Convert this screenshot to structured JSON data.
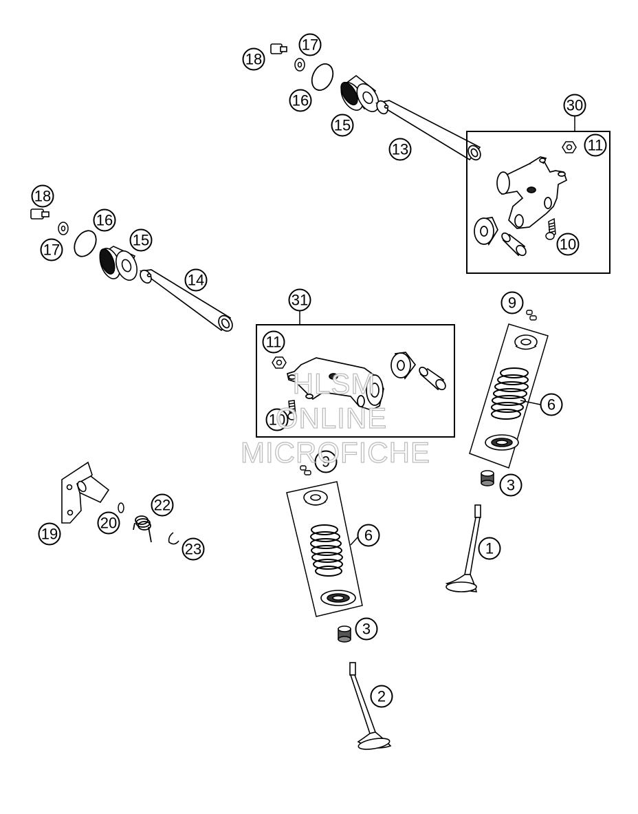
{
  "callouts": [
    {
      "id": "c1",
      "label": "1"
    },
    {
      "id": "c2",
      "label": "2"
    },
    {
      "id": "c3a",
      "label": "3"
    },
    {
      "id": "c3b",
      "label": "3"
    },
    {
      "id": "c6a",
      "label": "6"
    },
    {
      "id": "c6b",
      "label": "6"
    },
    {
      "id": "c9a",
      "label": "9"
    },
    {
      "id": "c9b",
      "label": "9"
    },
    {
      "id": "c10a",
      "label": "10"
    },
    {
      "id": "c10b",
      "label": "10"
    },
    {
      "id": "c11a",
      "label": "11"
    },
    {
      "id": "c11b",
      "label": "11"
    },
    {
      "id": "c13",
      "label": "13"
    },
    {
      "id": "c14",
      "label": "14"
    },
    {
      "id": "c15a",
      "label": "15"
    },
    {
      "id": "c15b",
      "label": "15"
    },
    {
      "id": "c16a",
      "label": "16"
    },
    {
      "id": "c16b",
      "label": "16"
    },
    {
      "id": "c17a",
      "label": "17"
    },
    {
      "id": "c17b",
      "label": "17"
    },
    {
      "id": "c18a",
      "label": "18"
    },
    {
      "id": "c18b",
      "label": "18"
    },
    {
      "id": "c19",
      "label": "19"
    },
    {
      "id": "c20",
      "label": "20"
    },
    {
      "id": "c22",
      "label": "22"
    },
    {
      "id": "c23",
      "label": "23"
    },
    {
      "id": "c30",
      "label": "30"
    },
    {
      "id": "c31",
      "label": "31"
    }
  ],
  "watermark": {
    "line1": "HLSM",
    "line2": "ONLINE",
    "line3": "MICROFICHE",
    "color": "#b5b5b5"
  },
  "colors": {
    "line": "#000000",
    "background": "#ffffff"
  }
}
